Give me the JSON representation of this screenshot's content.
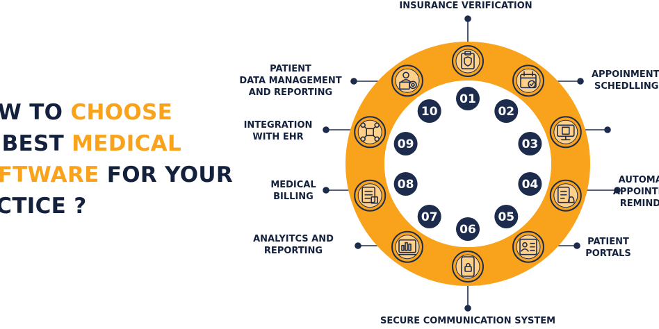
{
  "headline": {
    "line1": {
      "a": "OW TO ",
      "b": "CHOOSE"
    },
    "line2": {
      "a": "E BEST ",
      "b": "MEDICAL"
    },
    "line3": {
      "a": "OFTWARE",
      "b": " FOR YOUR"
    },
    "line4": {
      "a": "ACTICE ?"
    }
  },
  "features": [
    {
      "num": "01",
      "lines": [
        "INSURANCE VERIFICATION"
      ],
      "icon": "clipboard-shield-icon"
    },
    {
      "num": "02",
      "lines": [
        "APPOINMENT",
        "SCHEDLLING"
      ],
      "icon": "calendar-check-icon"
    },
    {
      "num": "03",
      "lines": [],
      "icon": "monitor-record-icon"
    },
    {
      "num": "04",
      "lines": [
        "AUTOMATED",
        "APPOINTMENT",
        "REMINDERS"
      ],
      "icon": "checklist-bell-icon"
    },
    {
      "num": "05",
      "lines": [
        "PATIENT",
        "PORTALS"
      ],
      "icon": "patient-profile-icon"
    },
    {
      "num": "06",
      "lines": [
        "SECURE COMMUNICATION SYSTEM"
      ],
      "icon": "phone-lock-icon"
    },
    {
      "num": "07",
      "lines": [
        "ANALYITCS AND",
        "REPORTING"
      ],
      "icon": "analytics-chart-icon"
    },
    {
      "num": "08",
      "lines": [
        "MEDICAL",
        "BILLING"
      ],
      "icon": "billing-receipt-icon"
    },
    {
      "num": "09",
      "lines": [
        "INTEGRATION",
        "WITH EHR"
      ],
      "icon": "integration-network-icon"
    },
    {
      "num": "10",
      "lines": [
        "PATIENT",
        "DATA MANAGEMENT",
        "AND REPORTING"
      ],
      "icon": "data-management-icon"
    }
  ],
  "colors": {
    "accent": "#f9a21b",
    "navy": "#1d2c4c",
    "text": "#14213d"
  }
}
